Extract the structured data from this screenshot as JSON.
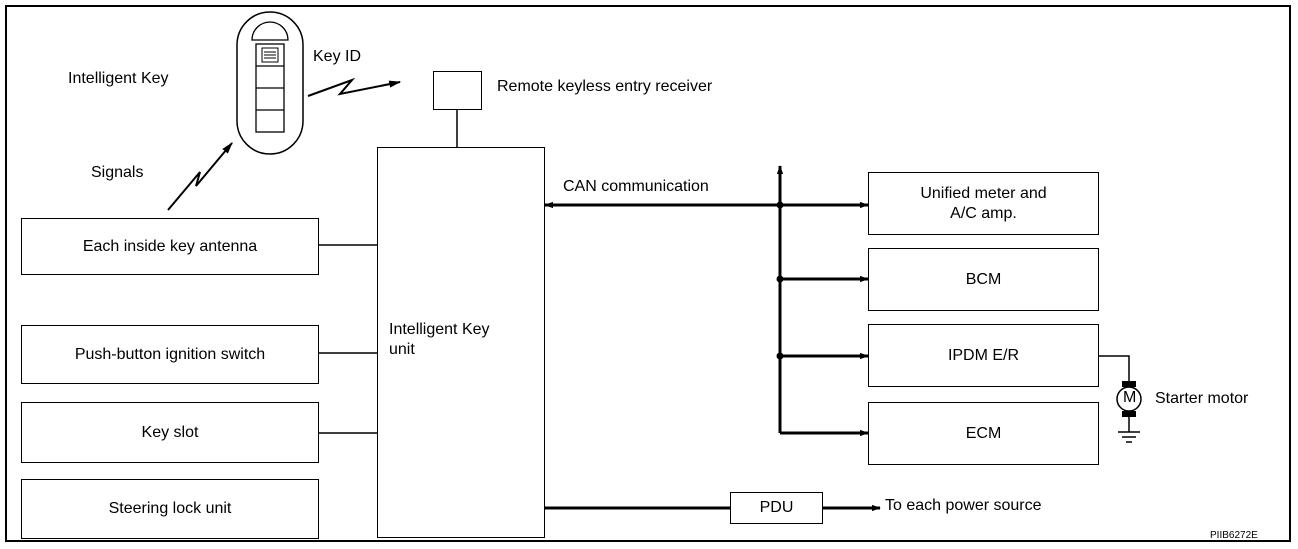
{
  "labels": {
    "intelligent_key": "Intelligent Key",
    "key_id": "Key ID",
    "remote_receiver": "Remote keyless entry receiver",
    "signals": "Signals",
    "can_communication": "CAN communication",
    "starter_motor": "Starter motor",
    "motor_symbol": "M",
    "to_power_source": "To each power source",
    "figure_code": "PIIB6272E"
  },
  "left_boxes": {
    "antenna": "Each inside key antenna",
    "ignition": "Push-button ignition switch",
    "key_slot": "Key slot",
    "steering_lock": "Steering lock unit"
  },
  "center_unit": {
    "line1": "Intelligent Key",
    "line2": "unit"
  },
  "right_boxes": {
    "meter_line1": "Unified meter and",
    "meter_line2": "A/C amp.",
    "bcm": "BCM",
    "ipdm": "IPDM E/R",
    "ecm": "ECM"
  },
  "pdu": "PDU"
}
